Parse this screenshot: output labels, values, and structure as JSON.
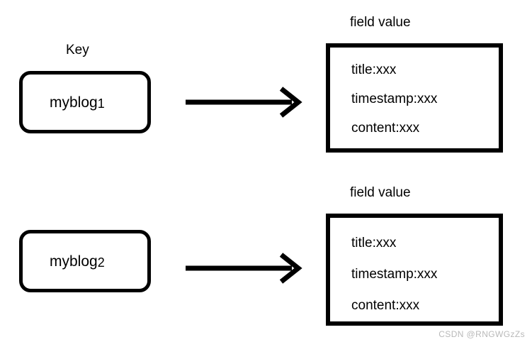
{
  "diagram": {
    "type": "key-to-field-value-mapping",
    "background_color": "#ffffff",
    "stroke_color": "#000000",
    "rows": [
      {
        "key_caption": "Key",
        "key_label_main": "myblog",
        "key_label_sub": "1",
        "arrow_icon": "arrow-right-icon",
        "value_caption": "field value",
        "fields": [
          "title:xxx",
          "timestamp:xxx",
          "content:xxx"
        ]
      },
      {
        "key_caption": "",
        "key_label_main": "myblog",
        "key_label_sub": "2",
        "arrow_icon": "arrow-right-icon",
        "value_caption": "field value",
        "fields": [
          "title:xxx",
          "timestamp:xxx",
          "content:xxx"
        ]
      }
    ]
  },
  "watermark": {
    "text": "CSDN @RNGWGzZs",
    "color": "#b9b9b9"
  }
}
